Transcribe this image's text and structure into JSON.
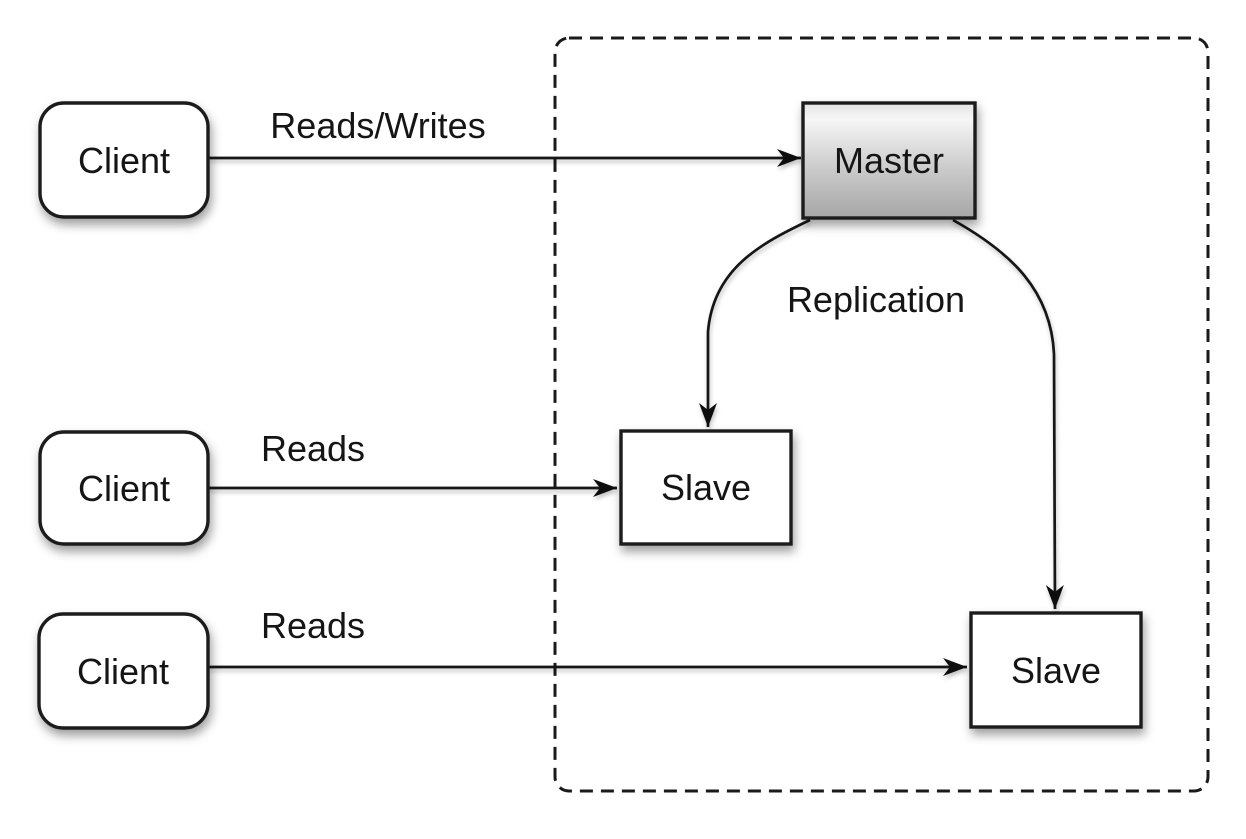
{
  "diagram": {
    "nodes": {
      "client1": {
        "label": "Client"
      },
      "client2": {
        "label": "Client"
      },
      "client3": {
        "label": "Client"
      },
      "master": {
        "label": "Master"
      },
      "slave1": {
        "label": "Slave"
      },
      "slave2": {
        "label": "Slave"
      }
    },
    "edges": {
      "client1_to_master": {
        "label": "Reads/Writes"
      },
      "client2_to_slave1": {
        "label": "Reads"
      },
      "client3_to_slave2": {
        "label": "Reads"
      },
      "master_to_slaves": {
        "label": "Replication"
      }
    },
    "colors": {
      "background": "#ffffff",
      "stroke": "#1a1a1a",
      "node_fill": "#ffffff",
      "master_fill_top": "#f6f6f6",
      "master_fill_upper": "#e4e4e4",
      "master_fill_mid": "#c8c8c8",
      "master_fill_bottom": "#a6a6a6"
    }
  }
}
